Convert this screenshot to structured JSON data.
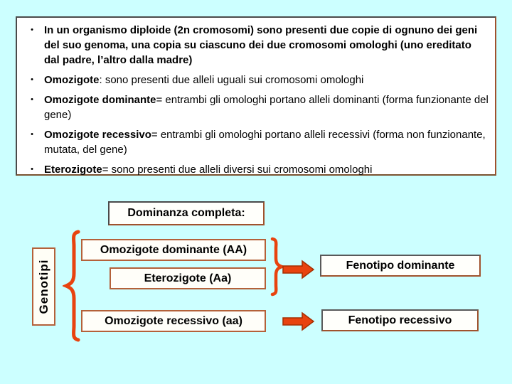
{
  "slide": {
    "background_color": "#ccffff",
    "accent_color": "#e8430f",
    "box_border_color": "#b4613a",
    "shadow_border_color": "#a0522d",
    "bullet_char": "•"
  },
  "definitions": {
    "items": [
      {
        "bold": "In un organismo diploide (2n cromosomi) sono presenti due copie di ognuno dei geni del suo genoma, una copia su ciascuno dei due cromosomi omologhi (uno ereditato dal padre, l’altro dalla madre)",
        "normal": ""
      },
      {
        "bold": "Omozigote",
        "normal": ": sono presenti due alleli uguali sui cromosomi omologhi"
      },
      {
        "bold": "Omozigote dominante",
        "normal": "= entrambi gli omologhi portano alleli dominanti (forma funzionante del gene)"
      },
      {
        "bold": "Omozigote recessivo",
        "normal": "= entrambi gli omologhi portano alleli recessivi (forma non funzionante, mutata, del gene)"
      },
      {
        "bold": "Eterozigote",
        "normal": "= sono presenti due alleli diversi sui cromosomi omologhi"
      }
    ]
  },
  "diagram": {
    "title": "Dominanza completa:",
    "axis_label": "Genotipi",
    "genotypes": [
      {
        "label": "Omozigote dominante (AA)"
      },
      {
        "label": "Eterozigote (Aa)"
      },
      {
        "label": "Omozigote recessivo (aa)"
      }
    ],
    "phenotypes": [
      {
        "label": "Fenotipo dominante"
      },
      {
        "label": "Fenotipo recessivo"
      }
    ]
  }
}
